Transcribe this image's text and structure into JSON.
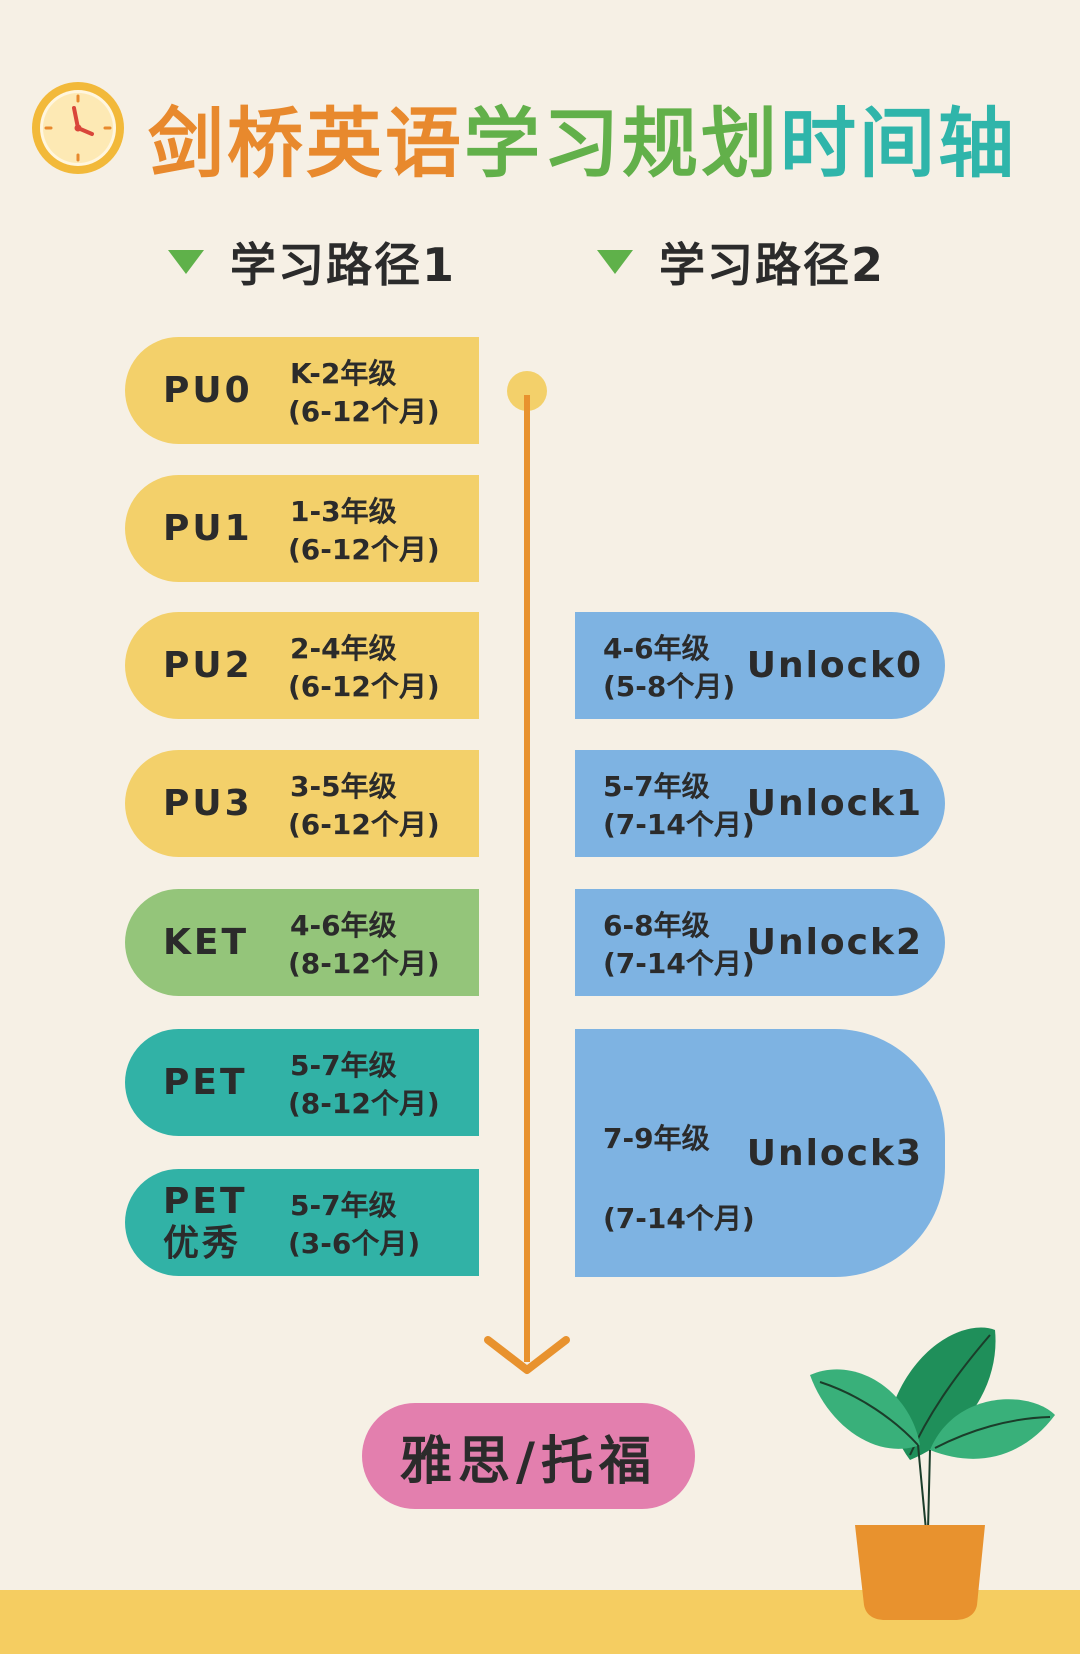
{
  "header": {
    "title_part1": "剑桥英语",
    "title_part2": "学习规划",
    "title_part3": "时间轴",
    "icon": "clock-icon"
  },
  "path1": {
    "label": "学习路径1",
    "items": [
      {
        "name": "PU0",
        "grade": "K-2年级",
        "duration": "(6-12个月)"
      },
      {
        "name": "PU1",
        "grade": "1-3年级",
        "duration": "(6-12个月)"
      },
      {
        "name": "PU2",
        "grade": "2-4年级",
        "duration": "(6-12个月)"
      },
      {
        "name": "PU3",
        "grade": "3-5年级",
        "duration": "(6-12个月)"
      },
      {
        "name": "KET",
        "grade": "4-6年级",
        "duration": "(8-12个月)"
      },
      {
        "name": "PET",
        "grade": "5-7年级",
        "duration": "(8-12个月)"
      },
      {
        "name_line1": "PET",
        "name_line2": "优秀",
        "grade": "5-7年级",
        "duration": "(3-6个月)"
      }
    ]
  },
  "path2": {
    "label": "学习路径2",
    "items": [
      {
        "name": "Unlock0",
        "grade": "4-6年级",
        "duration": "(5-8个月)"
      },
      {
        "name": "Unlock1",
        "grade": "5-7年级",
        "duration": "(7-14个月)"
      },
      {
        "name": "Unlock2",
        "grade": "6-8年级",
        "duration": "(7-14个月)"
      },
      {
        "name": "Unlock3",
        "grade": "7-9年级",
        "duration": "(7-14个月)"
      }
    ]
  },
  "goal": {
    "label": "雅思/托福"
  },
  "colors": {
    "background": "#f6f0e5",
    "yellow": "#f3d06a",
    "green": "#94c57a",
    "teal": "#31b2a6",
    "blue": "#7eb3e2",
    "pink": "#e37fae",
    "timeline": "#e8922e",
    "ground": "#f5cd61"
  },
  "decoration": {
    "plant_icon": "potted-plant-icon",
    "arrow_icon": "arrow-down-icon"
  }
}
